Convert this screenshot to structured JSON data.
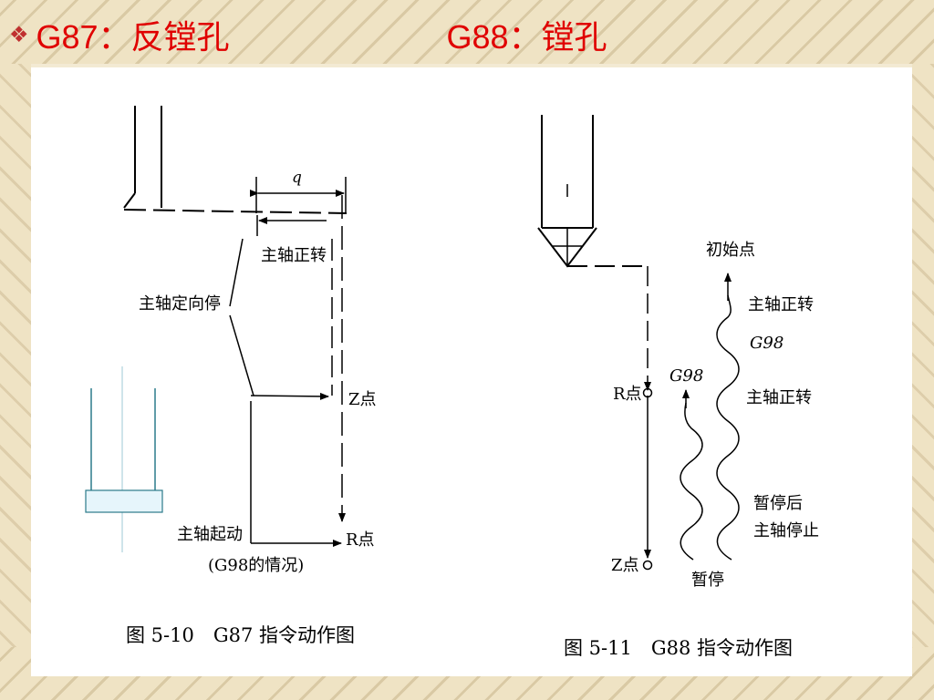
{
  "title": {
    "left": "G87：反镗孔",
    "right": "G88：镗孔"
  },
  "fig_left": {
    "q": "q",
    "spindle_cw": "主轴正转",
    "spindle_orient": "主轴定向停",
    "z_point": "Z点",
    "spindle_start": "主轴起动",
    "g98_case": "(G98的情况)",
    "r_point": "R点",
    "caption": "图 5-10　G87 指令动作图"
  },
  "fig_right": {
    "initial_point": "初始点",
    "spindle_cw_1": "主轴正转",
    "g98_right": "G98",
    "g98_left": "G98",
    "r_point": "R点",
    "spindle_cw_2": "主轴正转",
    "dwell_then": "暂停后",
    "spindle_stop": "主轴停止",
    "z_point": "Z点",
    "dwell": "暂停",
    "caption": "图 5-11　G88 指令动作图"
  }
}
